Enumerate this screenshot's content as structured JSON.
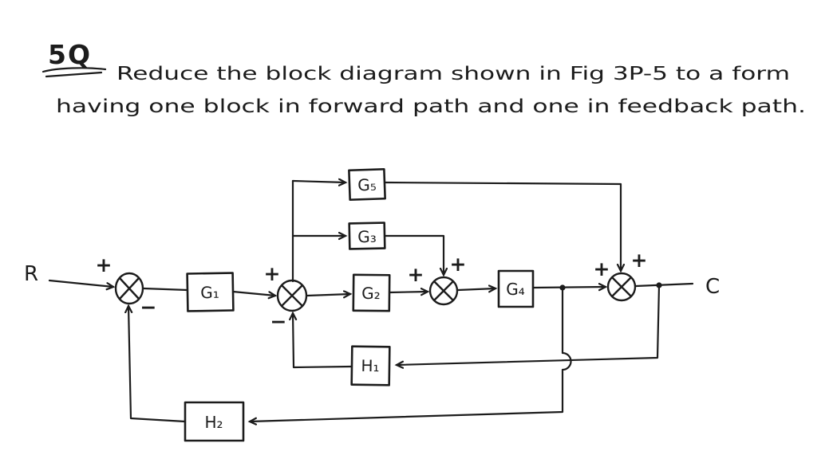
{
  "page": {
    "background_color": "#ffffff",
    "ink_color": "#1c1c1c",
    "question_number": "5Q",
    "problem_text_line1": "Reduce the block diagram shown in Fig 3P-5 to a form",
    "problem_text_line2": "having one block in forward path and one in feedback path."
  },
  "diagram": {
    "type": "control-system-block-diagram",
    "figure_reference": "Fig 3P-5",
    "input_label": "R",
    "output_label": "C",
    "blocks": [
      {
        "id": "G1",
        "label": "G₁"
      },
      {
        "id": "G2",
        "label": "G₂"
      },
      {
        "id": "G3",
        "label": "G₃"
      },
      {
        "id": "G4",
        "label": "G₄"
      },
      {
        "id": "G5",
        "label": "G₅"
      },
      {
        "id": "H1",
        "label": "H₁"
      },
      {
        "id": "H2",
        "label": "H₂"
      }
    ],
    "summing_junctions": [
      {
        "id": "sum1",
        "signs": [
          "+",
          "−"
        ]
      },
      {
        "id": "sum2",
        "signs": [
          "+",
          "−"
        ]
      },
      {
        "id": "sum3",
        "signs": [
          "+",
          "+"
        ]
      },
      {
        "id": "sum4",
        "signs": [
          "+",
          "+"
        ]
      }
    ]
  }
}
